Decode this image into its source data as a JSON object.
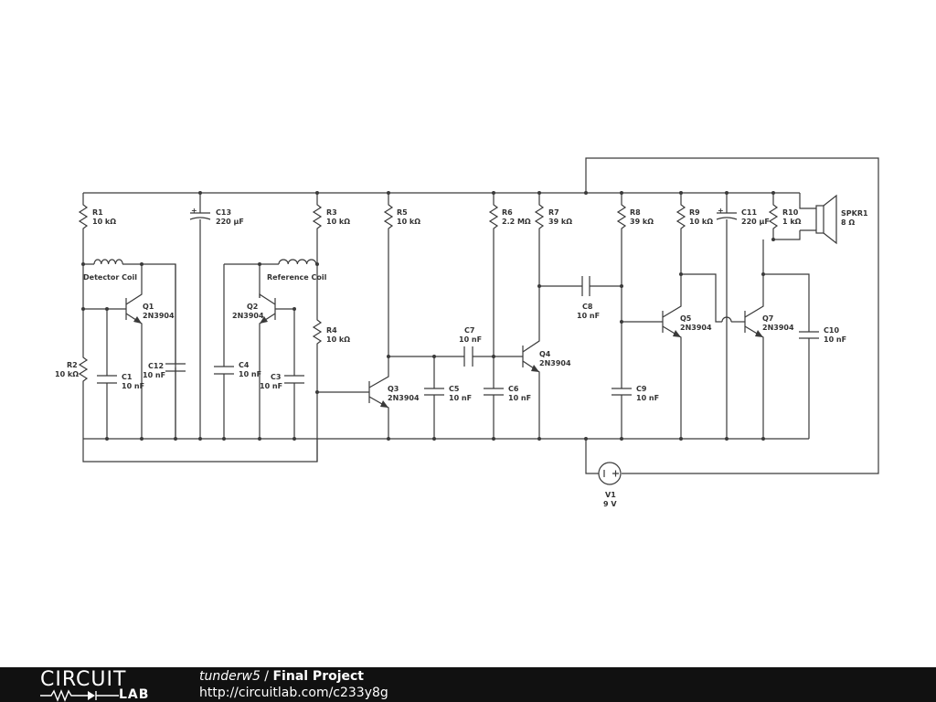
{
  "components": {
    "R1": {
      "name": "R1",
      "value": "10 kΩ"
    },
    "R2": {
      "name": "R2",
      "value": "10 kΩ"
    },
    "R3": {
      "name": "R3",
      "value": "10 kΩ"
    },
    "R4": {
      "name": "R4",
      "value": "10 kΩ"
    },
    "R5": {
      "name": "R5",
      "value": "10 kΩ"
    },
    "R6": {
      "name": "R6",
      "value": "2.2 MΩ"
    },
    "R7": {
      "name": "R7",
      "value": "39 kΩ"
    },
    "R8": {
      "name": "R8",
      "value": "39 kΩ"
    },
    "R9": {
      "name": "R9",
      "value": "10 kΩ"
    },
    "R10": {
      "name": "R10",
      "value": "1 kΩ"
    },
    "C1": {
      "name": "C1",
      "value": "10 nF"
    },
    "C3": {
      "name": "C3",
      "value": "10 nF"
    },
    "C4": {
      "name": "C4",
      "value": "10 nF"
    },
    "C5": {
      "name": "C5",
      "value": "10 nF"
    },
    "C6": {
      "name": "C6",
      "value": "10 nF"
    },
    "C7": {
      "name": "C7",
      "value": "10 nF"
    },
    "C8": {
      "name": "C8",
      "value": "10 nF"
    },
    "C9": {
      "name": "C9",
      "value": "10 nF"
    },
    "C10": {
      "name": "C10",
      "value": "10 nF"
    },
    "C11": {
      "name": "C11",
      "value": "220 µF"
    },
    "C12": {
      "name": "C12",
      "value": "10 nF"
    },
    "C13": {
      "name": "C13",
      "value": "220 µF"
    },
    "Q1": {
      "name": "Q1",
      "value": "2N3904"
    },
    "Q2": {
      "name": "Q2",
      "value": "2N3904"
    },
    "Q3": {
      "name": "Q3",
      "value": "2N3904"
    },
    "Q4": {
      "name": "Q4",
      "value": "2N3904"
    },
    "Q5": {
      "name": "Q5",
      "value": "2N3904"
    },
    "Q7": {
      "name": "Q7",
      "value": "2N3904"
    },
    "V1": {
      "name": "V1",
      "value": "9 V"
    },
    "SPKR1": {
      "name": "SPKR1",
      "value": "8 Ω"
    },
    "L1": {
      "name": "Detector Coil"
    },
    "L2": {
      "name": "Reference Coil"
    }
  },
  "footer": {
    "logo_top": "CIRCUIT",
    "logo_bottom": "LAB",
    "author": "tunderw5",
    "separator": " / ",
    "project": "Final Project",
    "url": "http://circuitlab.com/c233y8g"
  },
  "colors": {
    "wire": "#3a3a3a",
    "text": "#333333",
    "footer_bg": "#111111"
  }
}
